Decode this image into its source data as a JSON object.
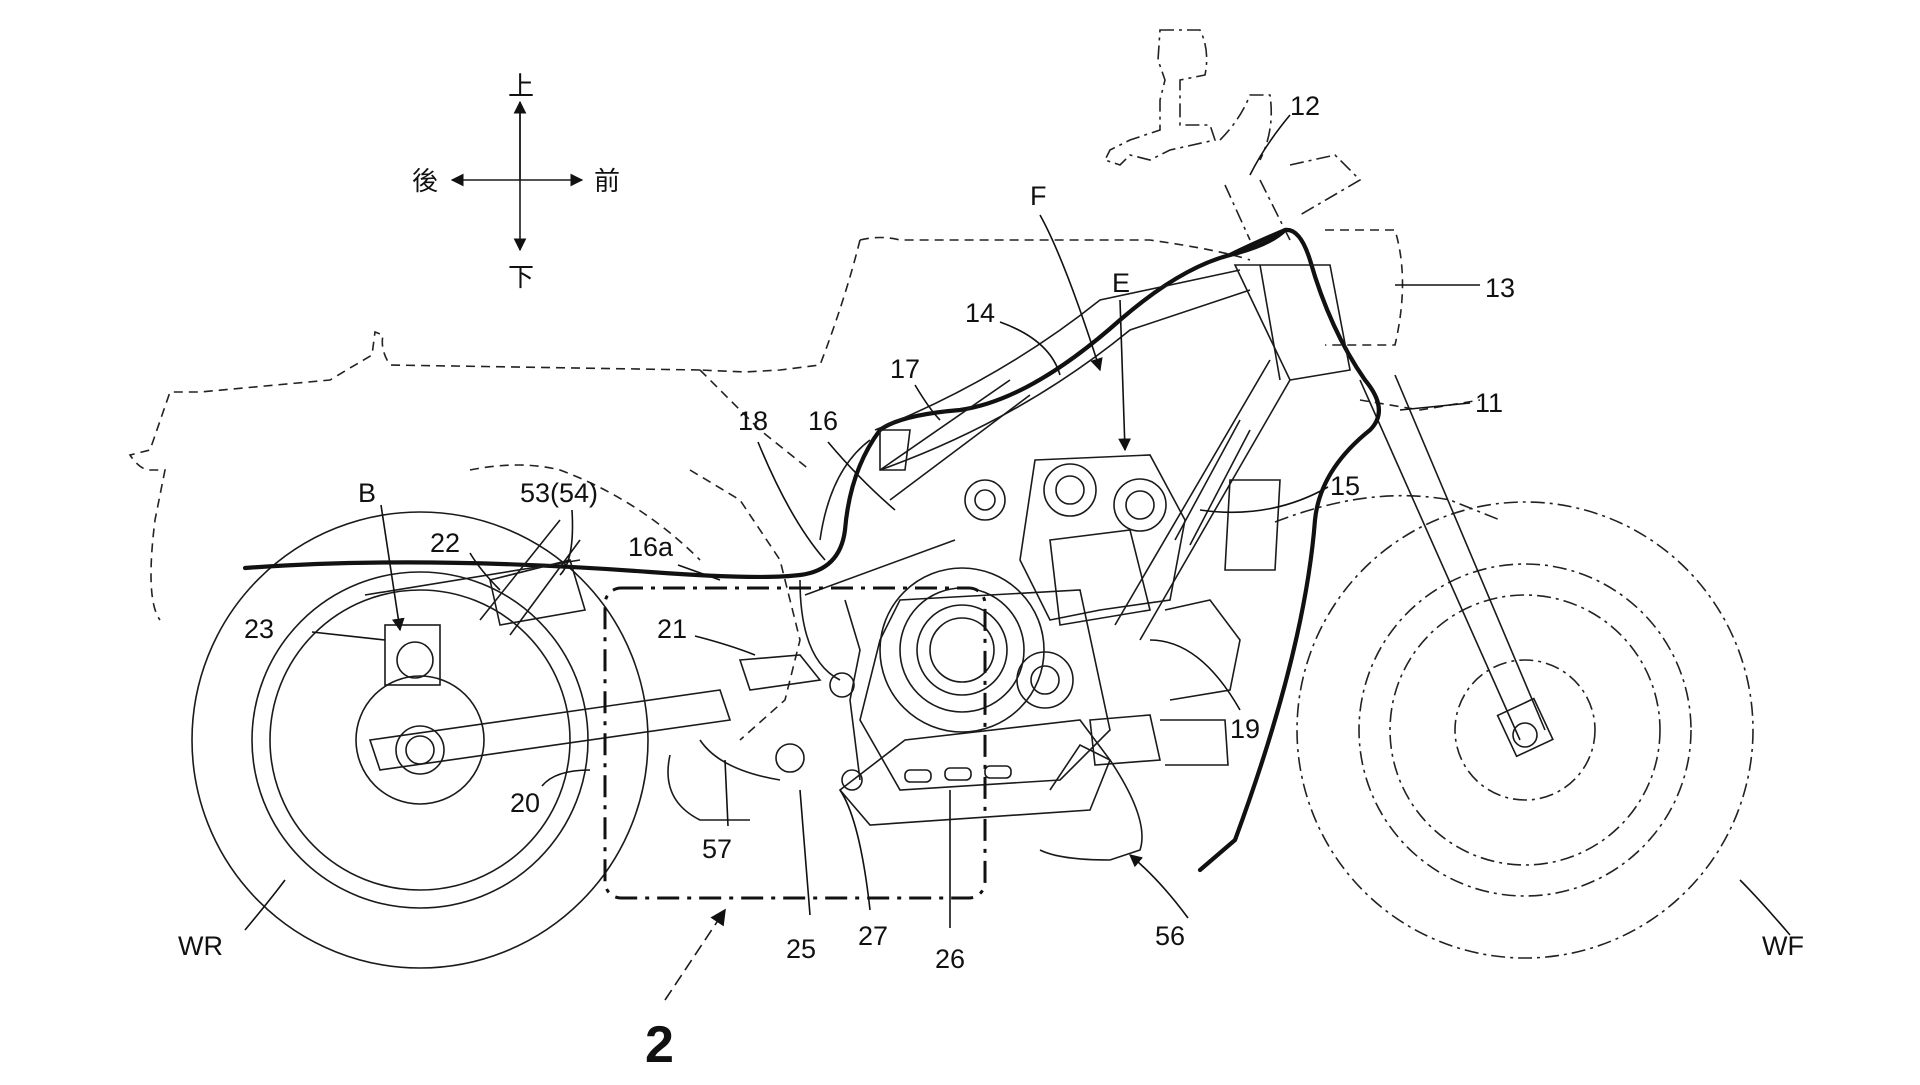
{
  "directions": {
    "up": "上",
    "down": "下",
    "rear": "後",
    "front": "前"
  },
  "figure_number": "2",
  "labels": {
    "n12": "12",
    "n13": "13",
    "n11": "11",
    "F": "F",
    "E": "E",
    "n14": "14",
    "n17": "17",
    "n18": "18",
    "n16": "16",
    "n15": "15",
    "B": "B",
    "n53": "53(54)",
    "n22": "22",
    "n16a": "16a",
    "n23": "23",
    "n21": "21",
    "n19": "19",
    "n20": "20",
    "n57": "57",
    "n25": "25",
    "n27": "27",
    "n26": "26",
    "n56": "56",
    "WR": "WR",
    "WF": "WF"
  }
}
